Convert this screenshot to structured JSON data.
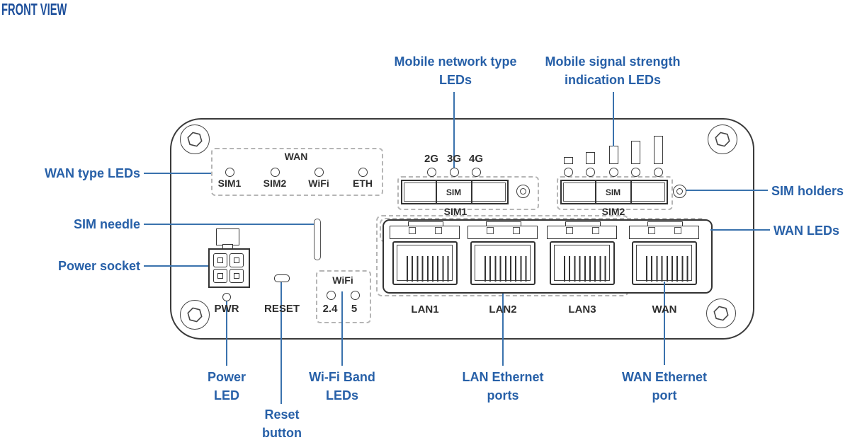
{
  "title": "FRONT VIEW",
  "callouts": {
    "wan_type_leds": "WAN type LEDs",
    "sim_needle": "SIM needle",
    "power_socket": "Power socket",
    "mobile_network_type": "Mobile network type LEDs",
    "mobile_signal_strength": "Mobile signal strength indication LEDs",
    "sim_holders": "SIM holders",
    "wan_leds": "WAN LEDs",
    "power_led": "Power LED",
    "reset_button": "Reset button",
    "wifi_band_leds": "Wi-Fi Band LEDs",
    "lan_ethernet_ports": "LAN Ethernet ports",
    "wan_ethernet_port": "WAN Ethernet port"
  },
  "device": {
    "wan_group": {
      "title": "WAN",
      "led_labels": [
        "SIM1",
        "SIM2",
        "WiFi",
        "ETH"
      ]
    },
    "network_led_labels": [
      "2G",
      "3G",
      "4G"
    ],
    "signal_bar_count": 5,
    "sim_slots": [
      {
        "name": "SIM1",
        "slot_text": "SIM"
      },
      {
        "name": "SIM2",
        "slot_text": "SIM"
      }
    ],
    "wifi_group": {
      "title": "WiFi",
      "led_labels": [
        "2.4",
        "5"
      ]
    },
    "power_led_label": "PWR",
    "reset_label": "RESET",
    "port_labels": [
      "LAN1",
      "LAN2",
      "LAN3",
      "WAN"
    ]
  },
  "colors": {
    "label_blue": "#2760a8",
    "leader_line_blue": "#3a72ad",
    "outline_ink": "#333333",
    "dashed_gray": "#b5b5b5",
    "device_text": "#2d2d2d",
    "title_blue": "#1d4f9b"
  }
}
